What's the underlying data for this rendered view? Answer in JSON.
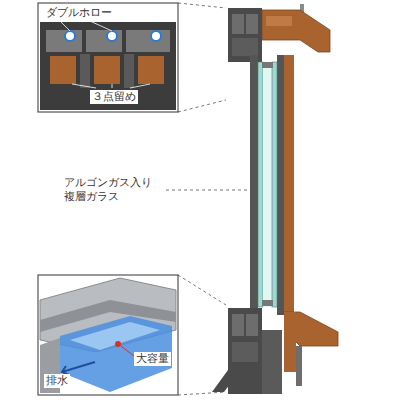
{
  "diagram": {
    "labels": [
      "ダブルホロー",
      "３点留め",
      "アルゴンガス入り 複層ガラス",
      "大容量",
      "排水"
    ]
  }
}
